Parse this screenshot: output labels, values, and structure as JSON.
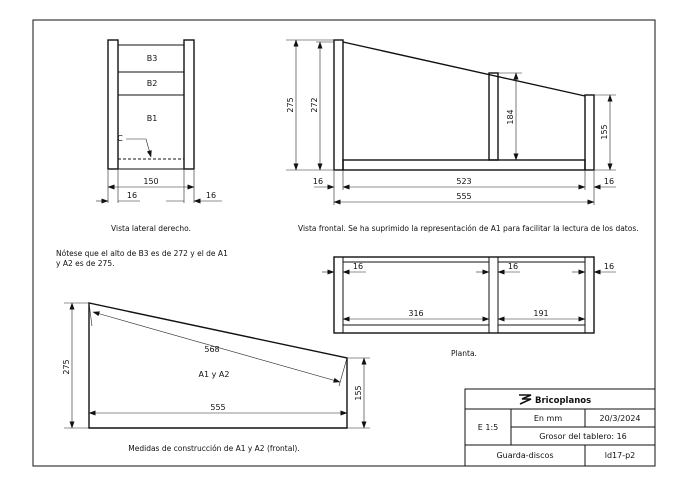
{
  "drawing": {
    "views": {
      "side_right": {
        "caption": "Vista lateral derecho.",
        "shelf_labels": {
          "b3": "B3",
          "b2": "B2",
          "b1": "B1"
        },
        "callout_c": "C",
        "dims": {
          "width": "150",
          "left_thk": "16",
          "right_thk": "16"
        }
      },
      "front": {
        "caption": "Vista frontal. Se ha suprimido la representación de A1 para facilitar la lectura de los datos.",
        "dims": {
          "h_outer": "275",
          "h_inner": "272",
          "h_mid": "184",
          "h_right": "155",
          "left_thk": "16",
          "inner": "523",
          "right_thk": "16",
          "total": "555"
        }
      },
      "plan": {
        "caption": "Planta.",
        "dims": {
          "t_left": "16",
          "t_mid": "16",
          "t_right": "16",
          "w_left": "316",
          "w_right": "191"
        }
      },
      "side_panel": {
        "caption": "Medidas de construcción de A1 y A2 (frontal).",
        "label": "A1 y A2",
        "dims": {
          "diagonal": "568",
          "base": "555",
          "h_left": "275",
          "h_right": "155"
        }
      }
    },
    "note": {
      "line1": "Nótese que el alto de B3 es de 272 y el de A1",
      "line2": "y A2 es de 275."
    }
  },
  "title_block": {
    "brand": "Bricoplanos",
    "scale": "E 1:5",
    "units": "En mm",
    "date": "20/3/2024",
    "board_thickness": "Grosor del tablero: 16",
    "project": "Guarda-discos",
    "sheet_id": "ld17-p2"
  }
}
